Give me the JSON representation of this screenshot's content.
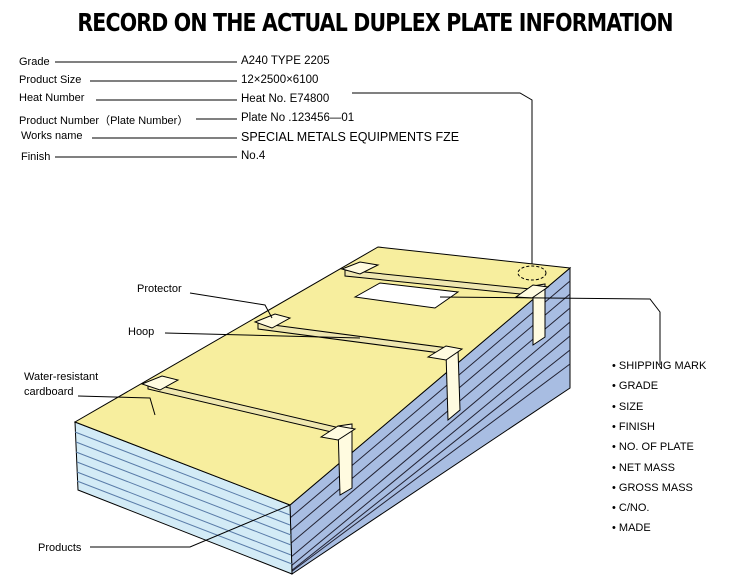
{
  "title": "RECORD ON THE ACTUAL DUPLEX PLATE INFORMATION",
  "fields": [
    {
      "label": "Grade",
      "value": "A240 TYPE 2205"
    },
    {
      "label": "Product Size",
      "value": "12×2500×6100"
    },
    {
      "label": "Heat Number",
      "value": "Heat No. E74800"
    },
    {
      "label": "Product Number（Plate Number）",
      "value": "Plate No .123456—01"
    },
    {
      "label": "Works name",
      "value": "SPECIAL METALS EQUIPMENTS FZE"
    },
    {
      "label": "Finish",
      "value": "No.4"
    }
  ],
  "callouts": {
    "protector": "Protector",
    "hoop": "Hoop",
    "cardboard_1": "Water-resistant",
    "cardboard_2": "cardboard",
    "products": "Products"
  },
  "shipping_marks": [
    "SHIPPING MARK",
    "GRADE",
    "SIZE",
    "FINISH",
    "NO. OF PLATE",
    "NET MASS",
    "GROSS MASS",
    "C/NO.",
    "MADE"
  ],
  "colors": {
    "top": "#f7ee9e",
    "side_right": "#a8bde2",
    "side_front": "#d3ebf6"
  }
}
